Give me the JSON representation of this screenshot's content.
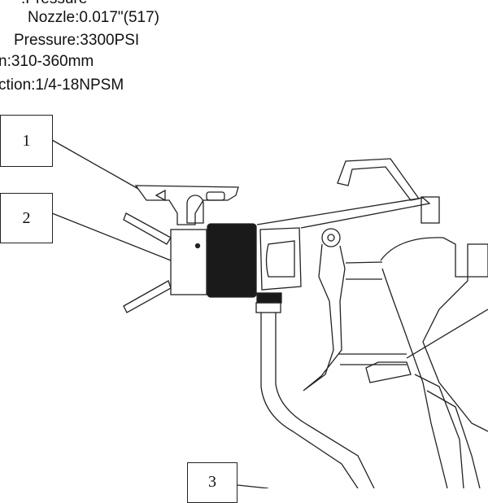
{
  "specs": {
    "line0": ":Pressure",
    "nozzle": "Nozzle:0.017\"(517)",
    "pressure": "Pressure:3300PSI",
    "length": "n:310-360mm",
    "connection": "ction:1/4-18NPSM"
  },
  "callouts": [
    {
      "label": "1"
    },
    {
      "label": "2"
    },
    {
      "label": "3"
    }
  ]
}
